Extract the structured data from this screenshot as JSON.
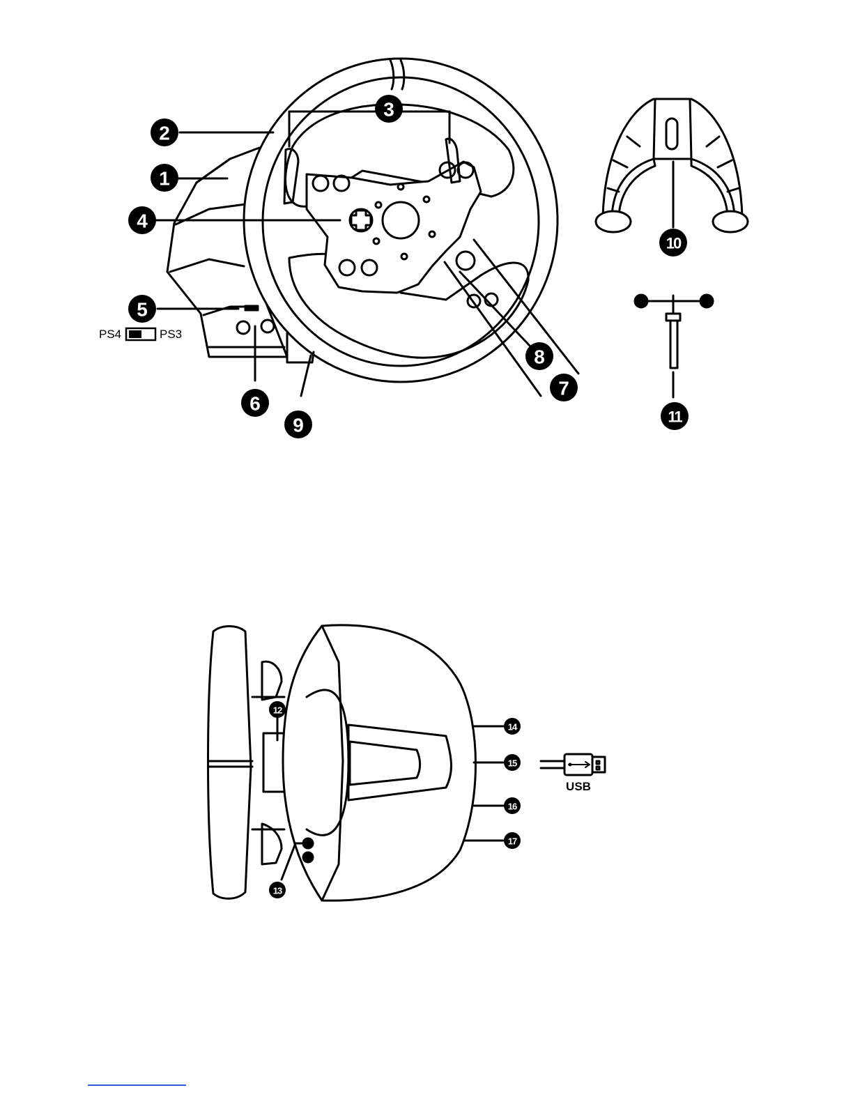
{
  "switch": {
    "left_label": "PS4",
    "right_label": "PS3"
  },
  "usb": {
    "label": "USB"
  },
  "callouts": [
    "1",
    "2",
    "3",
    "4",
    "5",
    "6",
    "7",
    "8",
    "9",
    "10",
    "11",
    "12",
    "13",
    "14",
    "15",
    "16",
    "17"
  ],
  "colors": {
    "ink": "#000000",
    "paper": "#ffffff",
    "footer_rule": "#3a5bd9"
  }
}
